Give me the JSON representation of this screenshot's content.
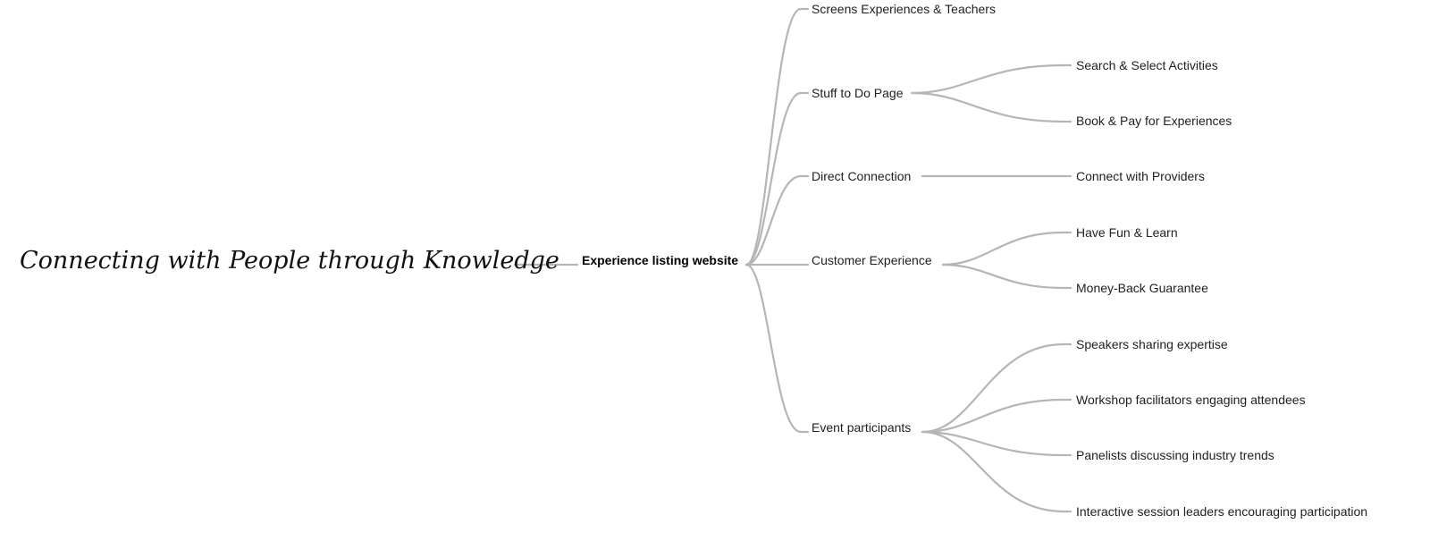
{
  "mindmap": {
    "root": {
      "label": "Connecting with People through Knowledge"
    },
    "center": {
      "label": "Experience listing website"
    },
    "branches": [
      {
        "label": "Screens Experiences & Teachers",
        "children": []
      },
      {
        "label": "Stuff to Do Page",
        "children": [
          "Search & Select Activities",
          "Book & Pay for Experiences"
        ]
      },
      {
        "label": "Direct Connection",
        "children": [
          "Connect with Providers"
        ]
      },
      {
        "label": "Customer Experience",
        "children": [
          "Have Fun & Learn",
          "Money-Back Guarantee"
        ]
      },
      {
        "label": "Event participants",
        "children": [
          "Speakers sharing expertise",
          "Workshop facilitators engaging attendees",
          "Panelists discussing industry trends",
          "Interactive session leaders encouraging participation"
        ]
      }
    ]
  },
  "colors": {
    "connector": "#b5b5b5",
    "text": "#1f1f1f",
    "background": "#ffffff"
  }
}
